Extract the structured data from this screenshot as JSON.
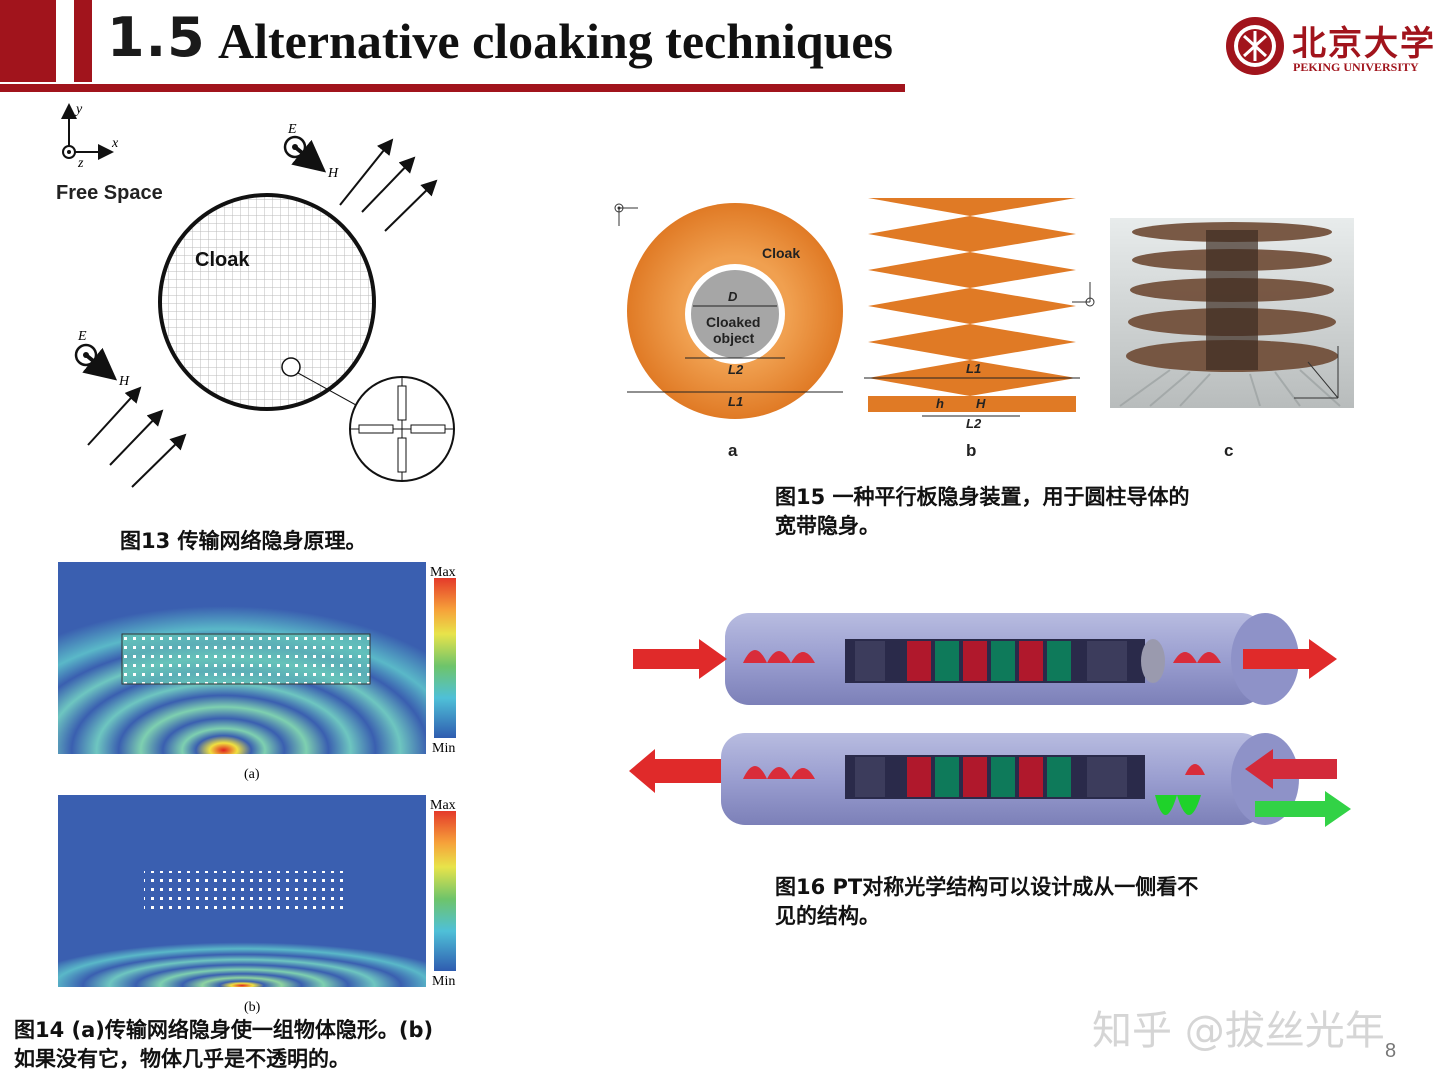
{
  "header": {
    "number": "1.5",
    "title": "Alternative cloaking techniques"
  },
  "logo": {
    "name_cn": "北京大学",
    "name_en": "PEKING UNIVERSITY"
  },
  "fig13": {
    "axis_y": "y",
    "axis_x": "x",
    "axis_z": "z",
    "free_space_label": "Free Space",
    "cloak_label": "Cloak",
    "e_label": "E",
    "h_label": "H",
    "caption": "图13 传输网络隐身原理。"
  },
  "fig14": {
    "max_label": "Max",
    "min_label": "Min",
    "sub_a": "(a)",
    "sub_b": "(b)",
    "caption_line1": "图14 (a)传输网络隐身使一组物体隐形。(b)",
    "caption_line2": "如果没有它，物体几乎是不透明的。"
  },
  "fig15": {
    "cloak_label": "Cloak",
    "d_label": "D",
    "cloaked_label1": "Cloaked",
    "cloaked_label2": "object",
    "l1_label": "L1",
    "l2_label": "L2",
    "h_label": "h",
    "hh_label": "H",
    "sub_a": "a",
    "sub_b": "b",
    "sub_c": "c",
    "caption_line1": "图15 一种平行板隐身装置，用于圆柱导体的",
    "caption_line2": "宽带隐身。"
  },
  "fig16": {
    "caption_line1": "图16 PT对称光学结构可以设计成从一侧看不",
    "caption_line2": "见的结构。"
  },
  "footer": {
    "watermark": "知乎 @拔丝光年",
    "page_number": "8"
  },
  "colors": {
    "brand_red": "#a1141c",
    "cloak_orange": "#e8892f",
    "field_blue": "#3a5fb0"
  }
}
